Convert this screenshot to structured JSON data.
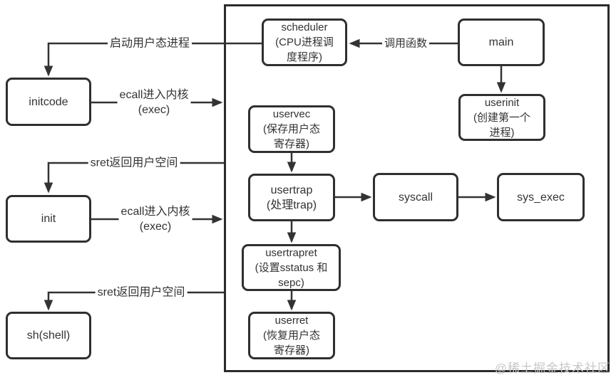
{
  "diagram": {
    "nodes": {
      "initcode": {
        "label": "initcode"
      },
      "init": {
        "label": "init"
      },
      "shell": {
        "label": "sh(shell)"
      },
      "scheduler": {
        "label": "scheduler\n(CPU进程调\n度程序)"
      },
      "main": {
        "label": "main"
      },
      "userinit": {
        "label": "userinit\n(创建第一个\n进程)"
      },
      "uservec": {
        "label": "uservec\n(保存用户态\n寄存器)"
      },
      "usertrap": {
        "label": "usertrap\n(处理trap)"
      },
      "syscall": {
        "label": "syscall"
      },
      "sys_exec": {
        "label": "sys_exec"
      },
      "usertrapret": {
        "label": "usertrapret\n(设置sstatus 和\nsepc)"
      },
      "userret": {
        "label": "userret\n(恢复用户态\n寄存器)"
      }
    },
    "edge_labels": {
      "start_user": "启动用户态进程",
      "call_func": "调用函数",
      "ecall_kernel": "ecall进入内核\n(exec)",
      "sret_return": "sret返回用户空间"
    },
    "colors": {
      "stroke": "#333333",
      "background": "#ffffff",
      "watermark": "#c8c8c8"
    }
  },
  "watermark": "@稀土掘金技术社区"
}
